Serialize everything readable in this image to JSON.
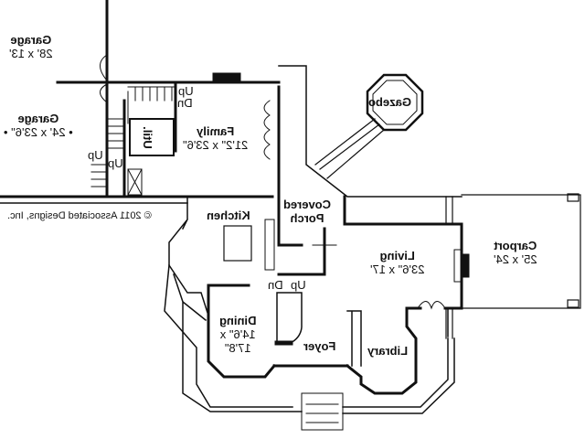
{
  "rooms": {
    "garage_top": {
      "name": "Garage",
      "size": "28' x 13'"
    },
    "garage_bottom": {
      "name": "Garage",
      "size": "• 24' x 23'6\" •"
    },
    "family": {
      "name": "Family",
      "size": "21'2\" x 23'6\""
    },
    "utility": {
      "name": "Util."
    },
    "gazebo": {
      "name": "Gazebo"
    },
    "covered_porch": {
      "name": "Covered",
      "name2": "Porch"
    },
    "kitchen": {
      "name": "Kitchen"
    },
    "living": {
      "name": "Living",
      "size": "23'6\" x 17'"
    },
    "carport": {
      "name": "Carport",
      "size": "25' x 24'"
    },
    "dining": {
      "name": "Dining",
      "size1": "14'6\" x",
      "size2": "17'8\""
    },
    "foyer": {
      "name": "Foyer"
    },
    "library": {
      "name": "Library"
    }
  },
  "stair_labels": {
    "up1": "Up",
    "dn1": "Dn",
    "up2": "Up",
    "up3": "Up",
    "up4": "Up",
    "dn4": "Dn"
  },
  "copyright": "© 2011 Associated Designs, Inc."
}
